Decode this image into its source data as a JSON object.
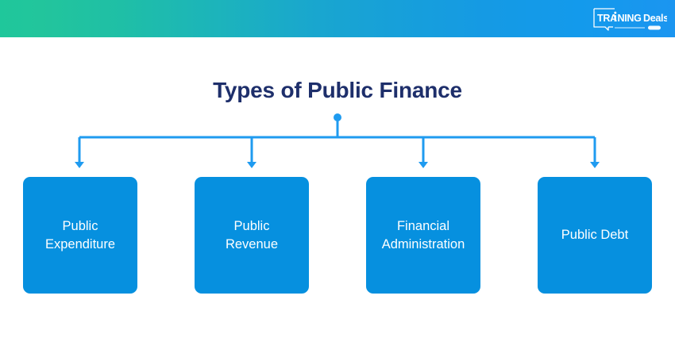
{
  "header": {
    "gradient_start_color": "#1fc79b",
    "gradient_end_color": "#1b95f0",
    "logo": {
      "text_primary": "TRAINING",
      "text_secondary": "Deals",
      "icon_name": "monitor-outline-icon",
      "color": "#ffffff"
    }
  },
  "diagram": {
    "title": "Types of Public Finance",
    "title_color": "#1e2f6b",
    "connector_color": "#1f9bf0",
    "node_fill_color": "#0690df",
    "node_text_color": "#ffffff",
    "nodes": [
      {
        "label": "Public\nExpenditure",
        "line1": "Public",
        "line2": "Expenditure"
      },
      {
        "label": "Public\nRevenue",
        "line1": "Public",
        "line2": "Revenue"
      },
      {
        "label": "Financial\nAdministration",
        "line1": "Financial",
        "line2": "Administration"
      },
      {
        "label": "Public Debt",
        "line1": "Public Debt",
        "line2": ""
      }
    ]
  }
}
